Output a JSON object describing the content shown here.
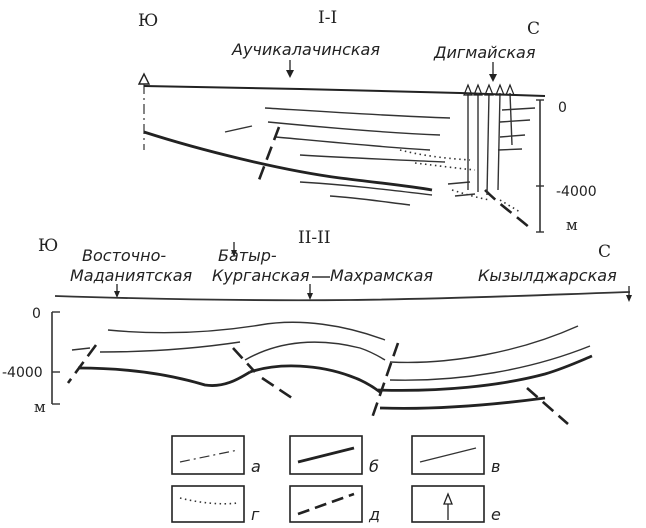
{
  "section1": {
    "title": "I-I",
    "south": "Ю",
    "north": "С",
    "structure_a": "Аучикалачинская",
    "structure_b": "Дигмайская",
    "depth_zero": "0",
    "depth_4000": "-4000",
    "unit": "м"
  },
  "section2": {
    "title": "II-II",
    "south": "Ю",
    "north": "С",
    "structure_a_line1": "Восточно-",
    "structure_a_line2": "Маданиятская",
    "structure_b_line1": "Батыр-",
    "structure_b_line2": "Курганская",
    "structure_c": "Махрамская",
    "structure_d": "Кызылджарская",
    "depth_zero": "0",
    "depth_4000": "-4000",
    "unit": "м"
  },
  "legend": {
    "a": "а",
    "b": "б",
    "v": "в",
    "g": "г",
    "d": "д",
    "e": "е"
  }
}
